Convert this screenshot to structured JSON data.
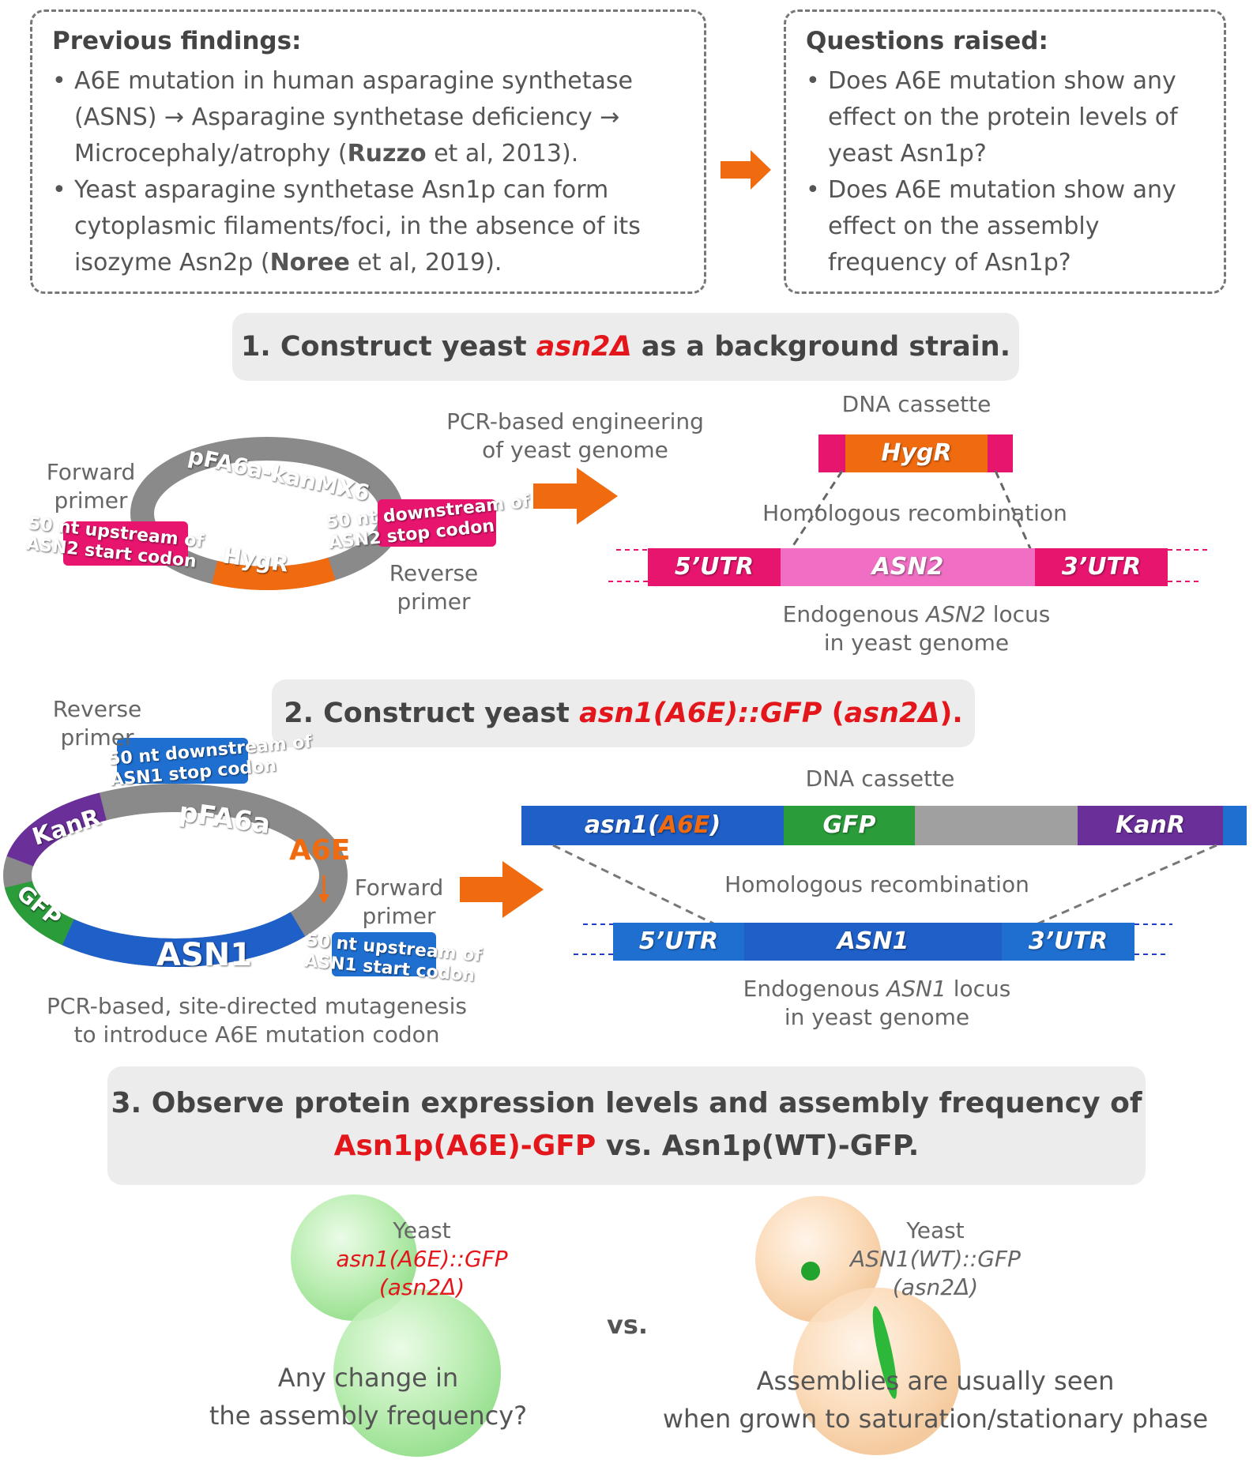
{
  "top": {
    "left": {
      "title": "Previous findings:",
      "b1_l1": "A6E mutation in human asparagine synthetase",
      "b1_l2": "(ASNS) → Asparagine synthetase deficiency →",
      "b1_l3a": "Microcephaly/atrophy (",
      "b1_l3b": "Ruzzo",
      "b1_l3c": " et al, 2013).",
      "b2_l1": "Yeast asparagine synthetase Asn1p can form",
      "b2_l2": "cytoplasmic filaments/foci, in the absence of its",
      "b2_l3a": "isozyme Asn2p (",
      "b2_l3b": "Noree",
      "b2_l3c": " et al, 2019)."
    },
    "right": {
      "title": "Questions raised:",
      "q1_l1": "Does A6E mutation show any",
      "q1_l2": "effect on the protein levels of",
      "q1_l3": "yeast Asn1p?",
      "q2_l1": "Does A6E mutation show any",
      "q2_l2": "effect on the assembly",
      "q2_l3": "frequency of Asn1p?"
    },
    "bullet_char": "•"
  },
  "step1": {
    "a": "1. Construct yeast ",
    "b": "asn2Δ",
    "c": " as a background strain.",
    "plasmid_name": "pFA6a-kanMX6",
    "plasmid_marker": "HygR",
    "forward_primer": [
      "Forward",
      "primer"
    ],
    "reverse_primer": [
      "Reverse",
      "primer"
    ],
    "upstream_tag": [
      "50 nt upstream of",
      "ASN2 start codon"
    ],
    "downstream_tag": [
      "50 nt downstream of",
      "ASN2 stop codon"
    ],
    "pcr_label": [
      "PCR-based engineering",
      "of yeast genome"
    ],
    "cassette_label": "DNA cassette",
    "cassette_marker": "HygR",
    "homologous": "Homologous recombination",
    "locus": [
      "5’UTR",
      "ASN2",
      "3’UTR"
    ],
    "locus_l1a": "Endogenous ",
    "locus_l1b": "ASN2",
    "locus_l1c": " locus",
    "locus_l2": "in yeast genome"
  },
  "step2": {
    "a": "2. Construct yeast ",
    "b": "asn1(A6E)::GFP",
    "c": " (",
    "d": "asn2Δ",
    "e": ").",
    "reverse_primer": [
      "Reverse",
      "primer"
    ],
    "downstream_tag": [
      "50 nt downstream of",
      "ASN1 stop codon"
    ],
    "plasmid_name": "pFA6a",
    "mutation": "A6E",
    "plasmid_segments": [
      "KanR",
      "GFP",
      "ASN1"
    ],
    "forward_primer": [
      "Forward",
      "primer"
    ],
    "upstream_tag": [
      "50 nt upstream of",
      "ASN1 start codon"
    ],
    "mutagenesis": [
      "PCR-based, site-directed mutagenesis",
      "to introduce A6E mutation codon"
    ],
    "cassette_label": "DNA cassette",
    "cassette_a": "asn1(",
    "cassette_b": "A6E",
    "cassette_c": ")",
    "cassette_gfp": "GFP",
    "cassette_kanr": "KanR",
    "homologous": "Homologous recombination",
    "locus": [
      "5’UTR",
      "ASN1",
      "3’UTR"
    ],
    "locus_l1a": "Endogenous ",
    "locus_l1b": "ASN1",
    "locus_l1c": " locus",
    "locus_l2": "in yeast genome"
  },
  "step3": {
    "l1": "3. Observe protein expression levels and assembly frequency of",
    "l2a": "Asn1p(A6E)-GFP",
    "l2b": " vs. Asn1p(WT)-GFP.",
    "left_yeast": "Yeast",
    "left_strain1": "asn1(A6E)::GFP",
    "left_strain2": "(asn2Δ)",
    "left_q1": "Any change in",
    "left_q2": "the assembly frequency?",
    "vs": "vs.",
    "right_yeast": "Yeast",
    "right_strain1": "ASN1(WT)::GFP",
    "right_strain2": "(asn2Δ)",
    "right_l1": "Assemblies are usually seen",
    "right_l2": "when grown to saturation/stationary phase"
  },
  "colors": {
    "orange": "#f06a0f",
    "pink": "#e8156f",
    "blue": "#1f5fc8",
    "green": "#2a9c3a",
    "purple": "#6b2f9a",
    "red": "#e3161b"
  }
}
